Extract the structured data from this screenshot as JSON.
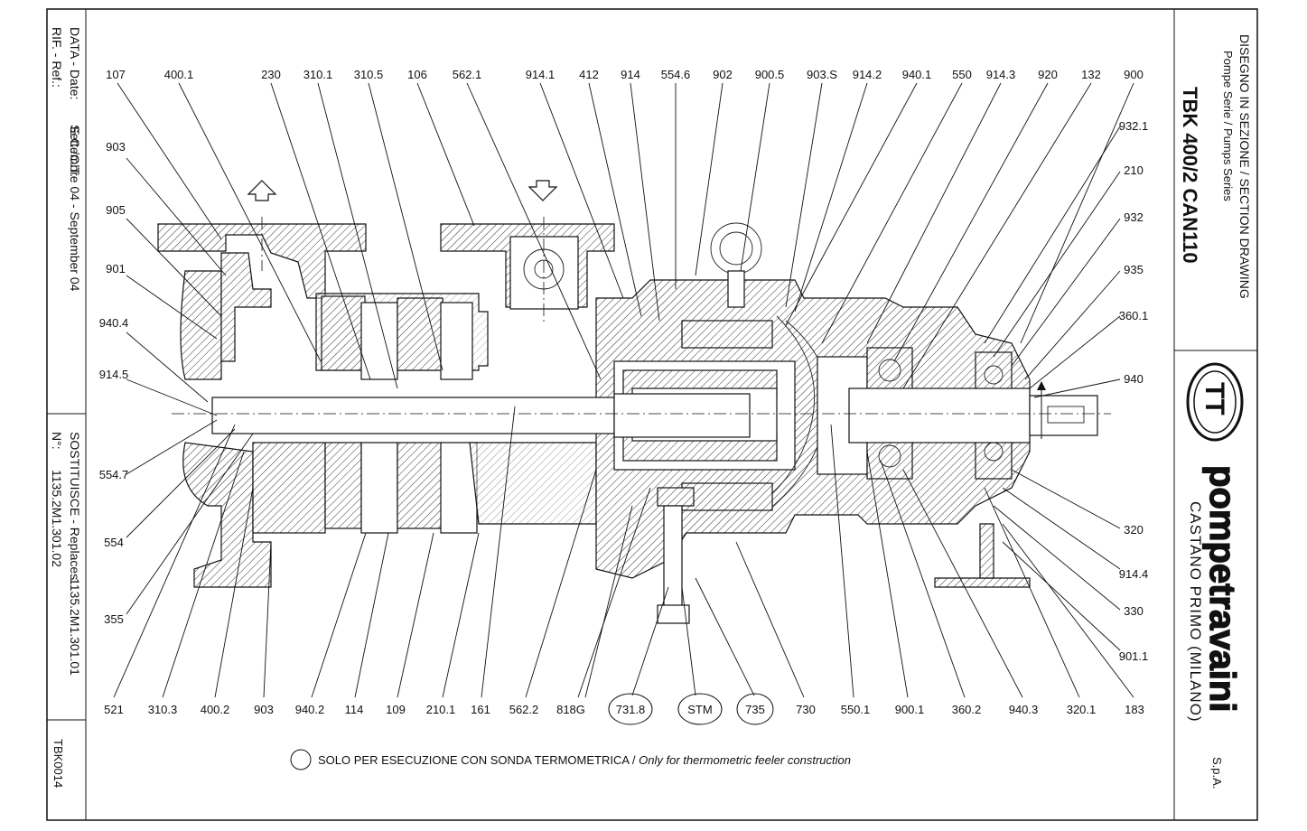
{
  "title_block": {
    "drawing_type": "DISEGNO IN SEZIONE / SECTION DRAWING",
    "series": "Pompe Serie / Pumps Series",
    "model": "TBK 400/2 CAN110",
    "company": "pompetravaini",
    "company_suffix": "S.p.A.",
    "location": "CASTANO PRIMO   (MILANO)"
  },
  "sidebar": {
    "ref_label": "RIF. - Ref.:",
    "ref_value": "E.C./C.T.",
    "date_label": "DATA - Date:",
    "date_value": "Settembre 04 - September 04",
    "replaces_label": "SOSTITUISCE - Replaces:",
    "replaces_value": "1135.2M1.301.01",
    "number_label": "N°:",
    "number_value": "1135.2M1.301.02",
    "code": "TBK0014"
  },
  "callouts": {
    "top": [
      "107",
      "400.1",
      "230",
      "310.1",
      "310.5",
      "106",
      "562.1",
      "914.1",
      "412",
      "914",
      "554.6",
      "902",
      "900.5",
      "903.S",
      "914.2",
      "940.1",
      "550",
      "914.3",
      "920",
      "132",
      "900"
    ],
    "left": [
      "903",
      "905",
      "901",
      "940.4",
      "914.5",
      "554.7",
      "554",
      "355"
    ],
    "right": [
      "932.1",
      "210",
      "932",
      "935",
      "360.1",
      "940",
      "320",
      "914.4",
      "330",
      "901.1"
    ],
    "bottom": [
      "521",
      "310.3",
      "400.2",
      "903",
      "940.2",
      "114",
      "109",
      "210.1",
      "161",
      "562.2",
      "818G",
      "731.8",
      "STM",
      "735",
      "730",
      "550.1",
      "900.1",
      "360.2",
      "940.3",
      "320.1",
      "183"
    ],
    "circled": [
      "731.8",
      "STM",
      "735"
    ]
  },
  "note": {
    "text": "SOLO PER ESECUZIONE CON SONDA TERMOMETRICA / ",
    "text_en": "Only for thermometric feeler construction"
  }
}
